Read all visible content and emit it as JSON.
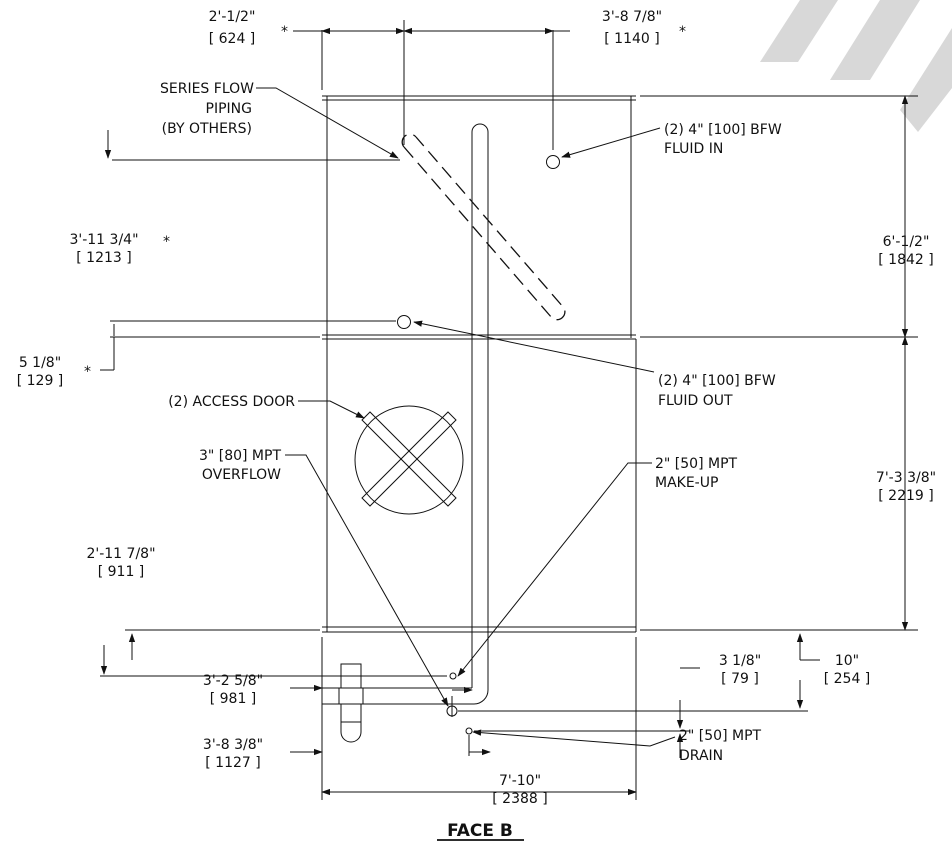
{
  "title": "FACE B",
  "watermark": {
    "color": "#d8d8d8"
  },
  "top_dims": {
    "left": {
      "imperial": "2'-1/2\"",
      "metric": "[ 624 ]",
      "mark": "*"
    },
    "right": {
      "imperial": "3'-8 7/8\"",
      "metric": "[ 1140 ]",
      "mark": "*"
    }
  },
  "left_dims": {
    "d1": {
      "imperial": "3'-11 3/4\"",
      "metric": "[ 1213 ]",
      "mark": "*"
    },
    "d2": {
      "imperial": "5 1/8\"",
      "metric": "[ 129 ]",
      "mark": "*"
    },
    "d3": {
      "imperial": "2'-11 7/8\"",
      "metric": "[ 911 ]"
    }
  },
  "right_dims": {
    "upper": {
      "imperial": "6'-1/2\"",
      "metric": "[ 1842 ]"
    },
    "lower": {
      "imperial": "7'-3 3/8\"",
      "metric": "[ 2219 ]"
    }
  },
  "bottom_dims": {
    "d981": {
      "imperial": "3'-2 5/8\"",
      "metric": "[ 981 ]"
    },
    "d1127": {
      "imperial": "3'-8 3/8\"",
      "metric": "[ 1127 ]"
    },
    "width": {
      "imperial": "7'-10\"",
      "metric": "[ 2388 ]"
    },
    "d79": {
      "imperial": "3 1/8\"",
      "metric": "[ 79 ]"
    },
    "d254": {
      "imperial": "10\"",
      "metric": "[ 254 ]"
    }
  },
  "callouts": {
    "series_flow": [
      "SERIES FLOW",
      "PIPING",
      "(BY OTHERS)"
    ],
    "fluid_in": [
      "(2) 4\" [100] BFW",
      "FLUID IN"
    ],
    "fluid_out": [
      "(2) 4\" [100] BFW",
      "FLUID OUT"
    ],
    "access_door": [
      "(2) ACCESS DOOR"
    ],
    "overflow": [
      "3\" [80] MPT",
      "OVERFLOW"
    ],
    "makeup": [
      "2\" [50] MPT",
      "MAKE-UP"
    ],
    "drain": [
      "2\" [50] MPT",
      "DRAIN"
    ]
  }
}
